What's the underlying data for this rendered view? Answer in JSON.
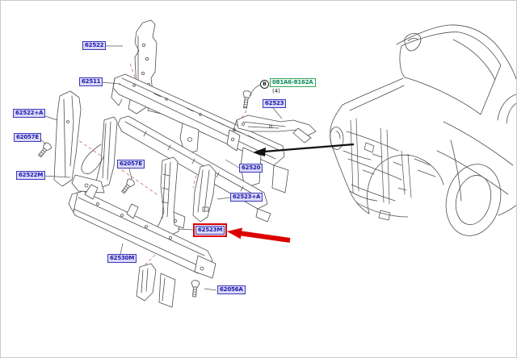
{
  "diagram": {
    "description": "Exploded parts diagram of a radiator core support assembly with vehicle front 3/4 location illustration",
    "labels": {
      "top_stay": "62522",
      "upper_support": "62511",
      "side_panel_left": "62522+A",
      "bolt_left": "62057E",
      "bracket_left": "62522M",
      "bolt_center": "62057E",
      "hood_lock_stay": "62523",
      "center_member": "62520",
      "side_panel_right": "62523+A",
      "highlighted_bracket": "62523M",
      "lower_support": "62530M",
      "bolt_lower": "62056A"
    },
    "hardware_callout": {
      "marker": "B",
      "part_number": "081A6-8162A",
      "quantity": "(4)"
    },
    "highlight": {
      "part": "62523M"
    },
    "colors": {
      "label_text": "#1a1aae",
      "label_bg": "#dbd8f6",
      "label_border": "#3b3bbb",
      "hardware_text": "#118a5f",
      "hardware_border": "#3aa55a",
      "highlight": "#dd0000",
      "line_art": "#4d4d55",
      "assembly_dash": "#cf6a6a"
    }
  }
}
